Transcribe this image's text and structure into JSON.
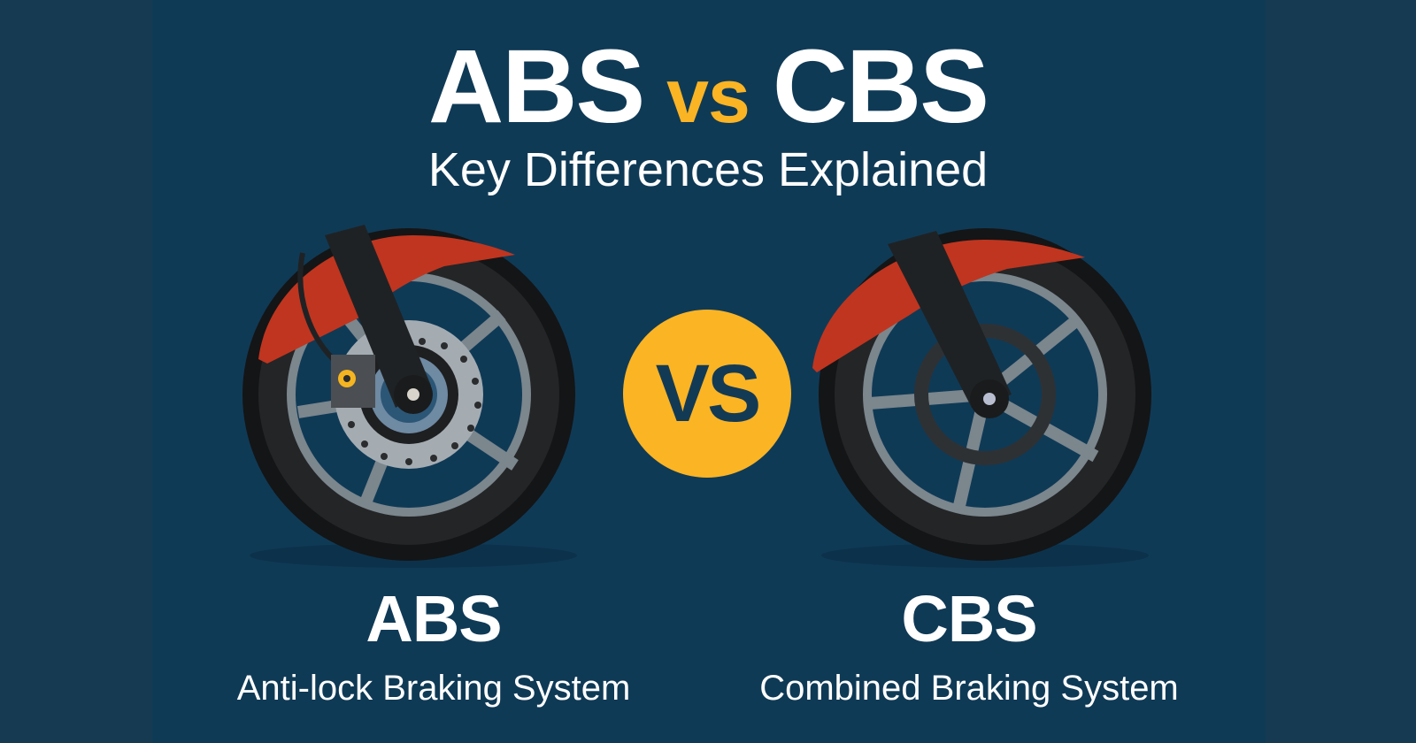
{
  "header": {
    "title_left": "ABS",
    "title_vs": "vs",
    "title_right": "CBS",
    "subtitle": "Key Differences Explained"
  },
  "center_badge": {
    "label": "VS"
  },
  "left_item": {
    "icon": "motorcycle-wheel-disc-brake-icon",
    "code": "ABS",
    "full_name": "Anti-lock Braking System"
  },
  "right_item": {
    "icon": "motorcycle-wheel-icon",
    "code": "CBS",
    "full_name": "Combined Braking System"
  },
  "colors": {
    "background": "#0f3a56",
    "side_bands": "#163a51",
    "accent_yellow": "#fbb424",
    "fender_red": "#c0351f",
    "tire_dark": "#1e1f21",
    "rim_gray": "#7d8890",
    "text": "#ffffff"
  }
}
